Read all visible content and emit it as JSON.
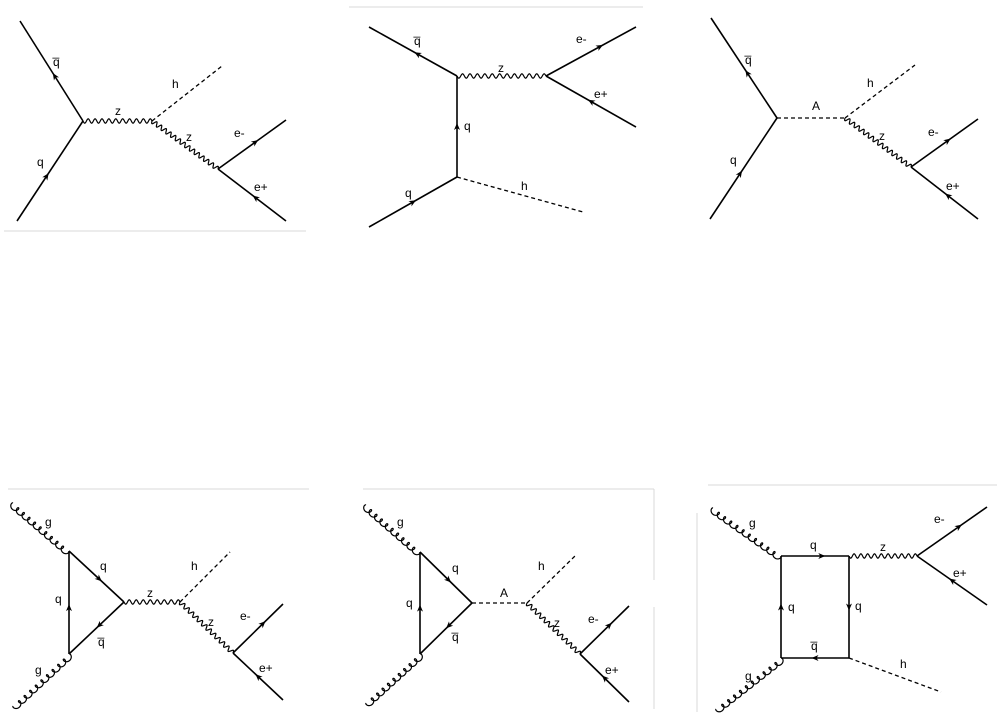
{
  "diagrams": [
    {
      "labels": {
        "qbar": "q̅",
        "q": "q",
        "z_s": "z",
        "h": "h",
        "z_decay": "z",
        "e_minus": "e-",
        "e_plus": "e+"
      }
    },
    {
      "labels": {
        "qbar": "q̅",
        "z": "z",
        "e_minus": "e-",
        "e_plus": "e+",
        "q_prop": "q",
        "q_in": "q",
        "h": "h"
      }
    },
    {
      "labels": {
        "qbar": "q̅",
        "q": "q",
        "A": "A",
        "h": "h",
        "z": "z",
        "e_minus": "e-",
        "e_plus": "e+"
      }
    },
    {
      "labels": {
        "g_top": "g",
        "q_top": "q",
        "q_left": "q",
        "qbar_bottom": "q̅",
        "g_bottom": "g",
        "z_s": "z",
        "h": "h",
        "z_decay": "z",
        "e_minus": "e-",
        "e_plus": "e+"
      }
    },
    {
      "labels": {
        "g_top": "g",
        "q_top": "q",
        "q_left": "q",
        "qbar_bottom": "q̅",
        "g_bottom": "g",
        "A": "A",
        "h": "h",
        "z": "z",
        "e_minus": "e-",
        "e_plus": "e+"
      }
    },
    {
      "labels": {
        "g_top": "g",
        "q_top": "q",
        "z": "z",
        "e_minus": "e-",
        "e_plus": "e+",
        "q_left": "q",
        "q_right": "q",
        "qbar_bottom": "q̅",
        "g_bottom": "g",
        "h": "h"
      }
    }
  ]
}
